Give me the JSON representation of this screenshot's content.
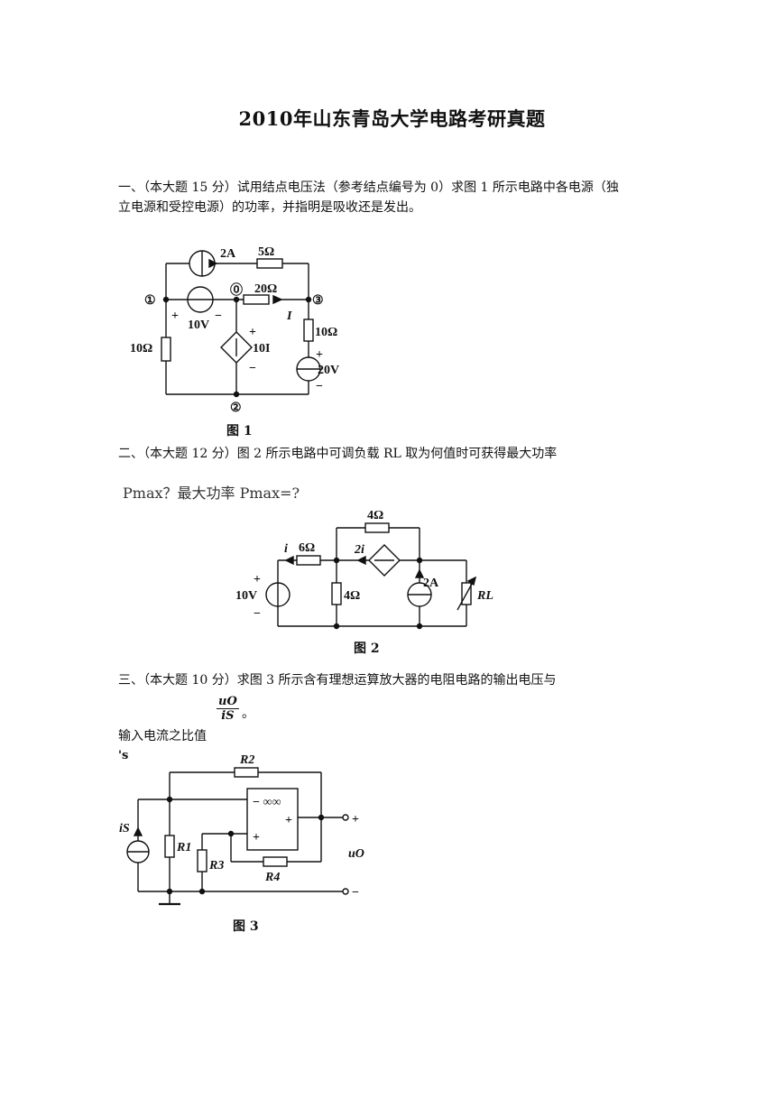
{
  "title": "2010年山东青岛大学电路考研真题",
  "q1": {
    "text_line1": "一、（本大题 15 分）试用结点电压法（参考结点编号为 0）求图 1 所示电路中各电源（独",
    "text_line2": "立电源和受控电源）的功率，并指明是吸收还是发出。",
    "figure_caption": "图 1",
    "labels": {
      "cs": "2A",
      "r5": "5Ω",
      "r20": "20Ω",
      "i": "I",
      "r10r": "10Ω",
      "v20": "20V",
      "r10l": "10Ω",
      "v10": "10V",
      "dep": "10I",
      "n1": "①",
      "n0": "⓪",
      "n2": "②",
      "n3": "③",
      "plus": "+",
      "minus": "−"
    }
  },
  "q2": {
    "text": "二、（本大题 12 分）图 2 所示电路中可调负载 RL 取为何值时可获得最大功率",
    "pmax_line": "Pmax？最大功率 Pmax=?",
    "figure_caption": "图 2",
    "labels": {
      "r4top": "4Ω",
      "i": "i",
      "r6": "6Ω",
      "dep": "2i",
      "v10": "10V",
      "r4": "4Ω",
      "cs": "2A",
      "rl": "RL",
      "plus": "+",
      "minus": "−"
    }
  },
  "q3": {
    "text": "三、（本大题 10 分）求图 3 所示含有理想运算放大器的电阻电路的输出电压与",
    "ratio_num": "uO",
    "ratio_den": "iS",
    "ratio_tail": "。",
    "text2": "输入电流之比值",
    "stray": "'s",
    "figure_caption": "图 3",
    "labels": {
      "r2": "R2",
      "opamp": "− ∞∞",
      "plusin": "+",
      "plusout": "+",
      "is": "iS",
      "r1": "R1",
      "r3": "R3",
      "r4": "R4",
      "uo": "uO",
      "outplus": "+",
      "outminus": "−"
    }
  }
}
